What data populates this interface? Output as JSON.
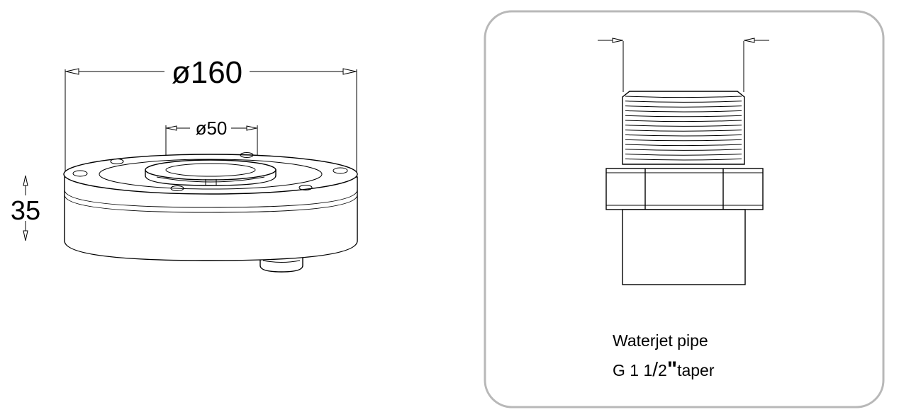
{
  "drawing": {
    "dimensions": {
      "outer_diameter": "ø160",
      "inner_diameter": "ø50",
      "height": "35"
    },
    "pipe_label": {
      "line1": "Waterjet pipe",
      "line2_prefix": "G 1 1",
      "line2_fraction_sep": "/",
      "line2_fraction_den": "2",
      "line2_inch": "\"",
      "line2_suffix": "taper"
    }
  },
  "colors": {
    "line": "#000000",
    "panel_border": "#b8b8b8",
    "background": "#ffffff"
  }
}
